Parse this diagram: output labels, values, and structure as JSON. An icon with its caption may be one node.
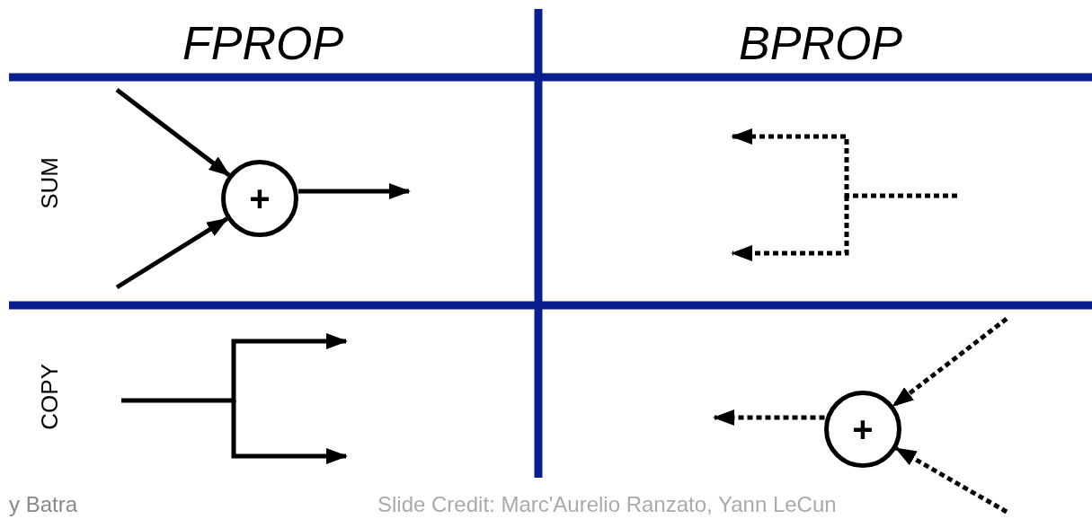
{
  "diagram": {
    "nodes": [
      {
        "text": [
          "+"
        ]
      },
      {
        "text": [
          "+"
        ]
      }
    ],
    "edges": [
      {
        "from": null,
        "to": 0,
        "arrow": "to"
      },
      {
        "from": null,
        "to": 0,
        "arrow": "to"
      },
      {
        "from": 0,
        "to": null,
        "arrow": "to"
      },
      {
        "from": null,
        "to": 1,
        "arrow": "to",
        "style": "dashed"
      },
      {
        "from": null,
        "to": 1,
        "arrow": "to",
        "style": "dashed"
      },
      {
        "from": 1,
        "to": null,
        "arrow": "to",
        "style": "dashed"
      }
    ],
    "labels": [
      "FPROP",
      "BPROP",
      "SUM",
      "COPY",
      "y Batra",
      "Slide Credit: Marc'Aurelio Ranzato, Yann LeCun"
    ]
  }
}
